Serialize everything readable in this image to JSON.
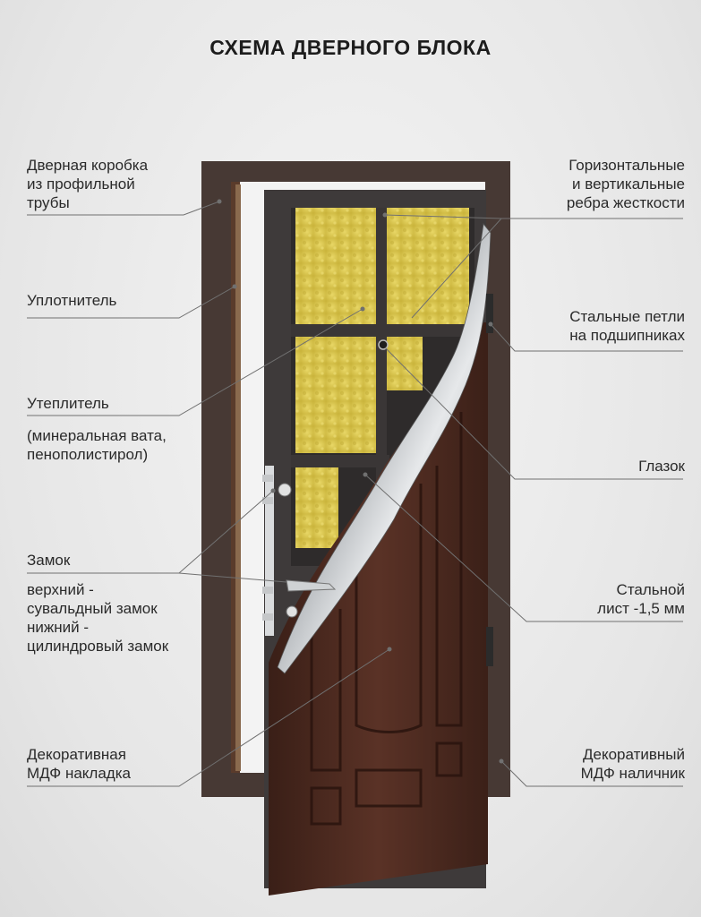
{
  "title": "СХЕМА ДВЕРНОГО БЛОКА",
  "labels": {
    "frame": "Дверная коробка\nиз профильной\nтрубы",
    "seal": "Уплотнитель",
    "insulation": "Утеплитель",
    "insulation_note": "(минеральная вата,\nпенополистирол)",
    "lock": "Замок",
    "lock_note": "верхний -\nсувальдный замок\nнижний -\nцилиндровый замок",
    "mdf_panel": "Декоративная\nМДФ накладка",
    "ribs": "Горизонтальные\nи вертикальные\nребра жесткости",
    "hinges": "Стальные петли\nна подшипниках",
    "peephole": "Глазок",
    "steel_sheet": "Стальной\nлист -1,5 мм",
    "mdf_trim": "Декоративный\nМДФ наличник"
  },
  "colors": {
    "frame": "#4a3c37",
    "wood": "#4b2a20",
    "insulation": "#d9c64a",
    "steel": "#b8bcc0",
    "leader": "#6e6e6e"
  }
}
